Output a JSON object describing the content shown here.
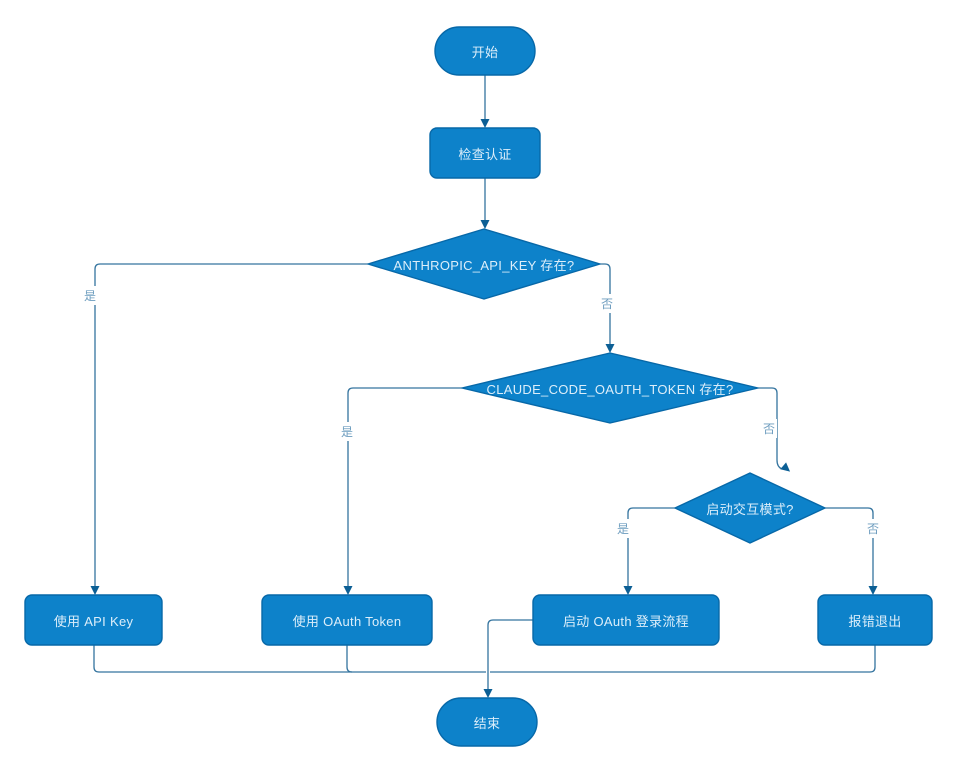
{
  "diagram": {
    "type": "flowchart",
    "background_color": "#ffffff",
    "colors": {
      "node_fill": "#0d82ca",
      "node_stroke": "#0768a8",
      "node_text": "#dceefa",
      "edge_line": "#34749f",
      "arrowhead": "#0c5f95",
      "edge_label_text": "#6c9cbe"
    },
    "nodes": {
      "start": {
        "shape": "terminator",
        "label": "开始"
      },
      "check_auth": {
        "shape": "process",
        "label": "检查认证"
      },
      "api_key_exists": {
        "shape": "decision",
        "label": "ANTHROPIC_API_KEY 存在?"
      },
      "oauth_token_exists": {
        "shape": "decision",
        "label": "CLAUDE_CODE_OAUTH_TOKEN 存在?"
      },
      "interactive_mode": {
        "shape": "decision",
        "label": "启动交互模式?"
      },
      "use_api_key": {
        "shape": "process",
        "label": "使用 API Key"
      },
      "use_oauth_token": {
        "shape": "process",
        "label": "使用 OAuth Token"
      },
      "start_oauth_login": {
        "shape": "process",
        "label": "启动 OAuth 登录流程"
      },
      "error_exit": {
        "shape": "process",
        "label": "报错退出"
      },
      "end": {
        "shape": "terminator",
        "label": "结束"
      }
    },
    "edge_labels": {
      "api_key_yes": "是",
      "api_key_no": "否",
      "oauth_token_yes": "是",
      "oauth_token_no": "否",
      "interactive_yes": "是",
      "interactive_no": "否"
    }
  }
}
